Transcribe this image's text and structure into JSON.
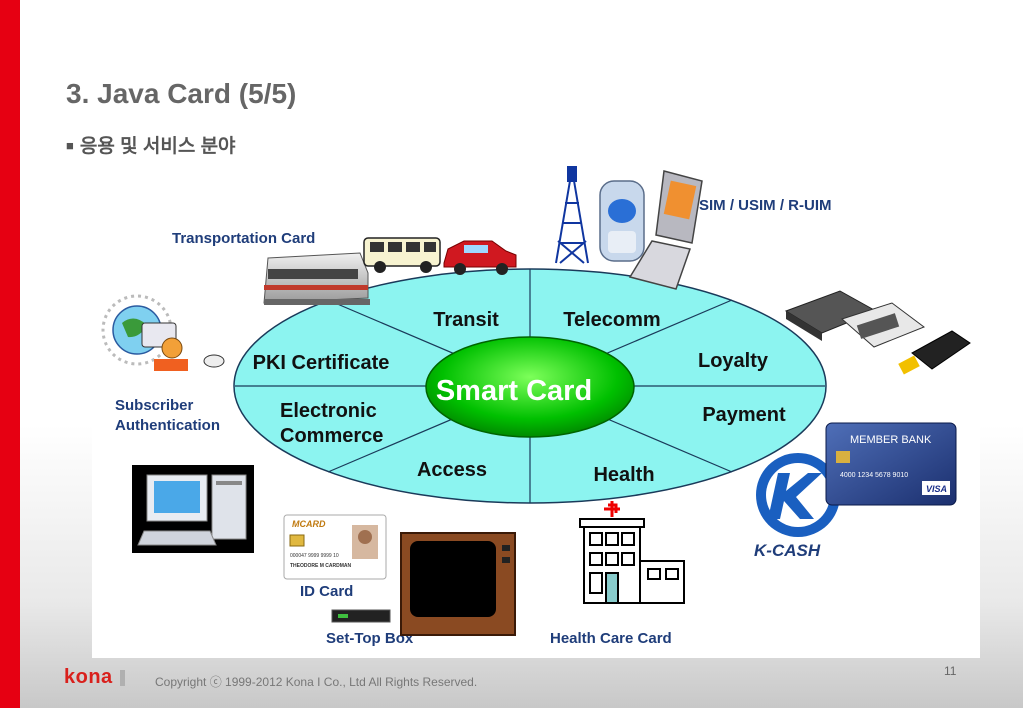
{
  "slide": {
    "title": "3. Java Card (5/5)",
    "bullet": "■",
    "subtitle": "응용 및 서비스 분야",
    "page_number": "11",
    "logo": "kona",
    "copyright": "Copyright ⓒ 1999-2012 Kona I Co., Ltd  All Rights Reserved."
  },
  "diagram": {
    "center": "Smart Card",
    "segments": {
      "transit": "Transit",
      "telecomm": "Telecomm",
      "pki": "PKI Certificate",
      "loyalty": "Loyalty",
      "electronic": "Electronic",
      "commerce": "Commerce",
      "payment": "Payment",
      "access": "Access",
      "health": "Health"
    },
    "labels": {
      "transportation": "Transportation Card",
      "sim": "SIM / USIM / R-UIM",
      "subscriber": "Subscriber",
      "authentication": "Authentication",
      "idcard": "ID Card",
      "settop": "Set-Top Box",
      "healthcare": "Health Care Card",
      "kcash": "K-CASH"
    },
    "card_text": {
      "member_bank": "MEMBER BANK",
      "card_number": "4000 1234 5678 9010",
      "visa": "VISA",
      "id_brand": "MCARD",
      "id_name": "THEODORE M CARDMAN",
      "id_number": "000047 9999 9999 10"
    },
    "colors": {
      "ellipse": "#8cf4f0",
      "center": "#00c000",
      "label_blue": "#1f3d7a"
    }
  }
}
